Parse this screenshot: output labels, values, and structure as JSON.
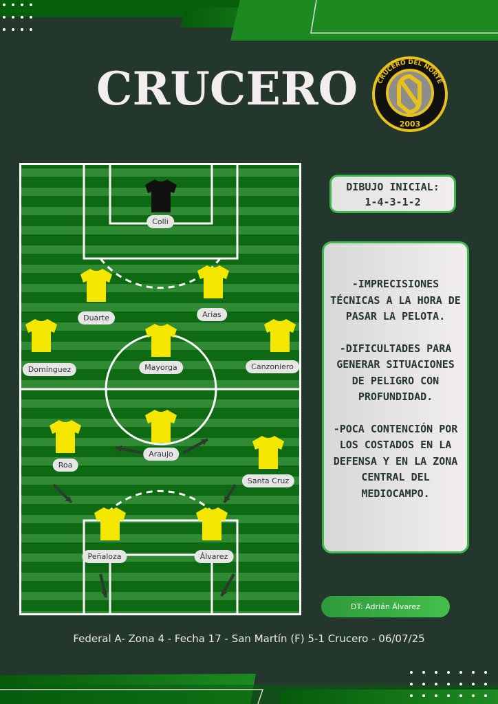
{
  "header": {
    "title": "CRUCERO",
    "logo_text": "CRUCERO DEL NORTE",
    "logo_year": "2003"
  },
  "formation": {
    "label": "DIBUJO INICIAL:",
    "value": "1-4-3-1-2"
  },
  "notes": [
    "-IMPRECISIONES TÉCNICAS A LA HORA DE PASAR LA PELOTA.",
    "-DIFICULTADES PARA GENERAR SITUACIONES DE PELIGRO CON PROFUNDIDAD.",
    "-POCA CONTENCIÓN POR LOS COSTADOS EN LA DEFENSA Y EN LA ZONA CENTRAL DEL MEDIOCAMPO."
  ],
  "coach": "DT: Adrián Álvarez",
  "footer": "Federal A- Zona 4 - Fecha 17 - San Martín (F) 5-1 Crucero - 06/07/25",
  "players": [
    {
      "name": "Colli",
      "role": "goalkeeper"
    },
    {
      "name": "Duarte"
    },
    {
      "name": "Arias"
    },
    {
      "name": "Domínguez"
    },
    {
      "name": "Mayorga"
    },
    {
      "name": "Canzoniero"
    },
    {
      "name": "Araujo"
    },
    {
      "name": "Roa"
    },
    {
      "name": "Santa Cruz"
    },
    {
      "name": "Peñaloza"
    },
    {
      "name": "Álvarez"
    }
  ],
  "colors": {
    "background": "#24372d",
    "accent": "#3db84a",
    "shirt": "#f5e600",
    "gk_shirt": "#111111"
  }
}
